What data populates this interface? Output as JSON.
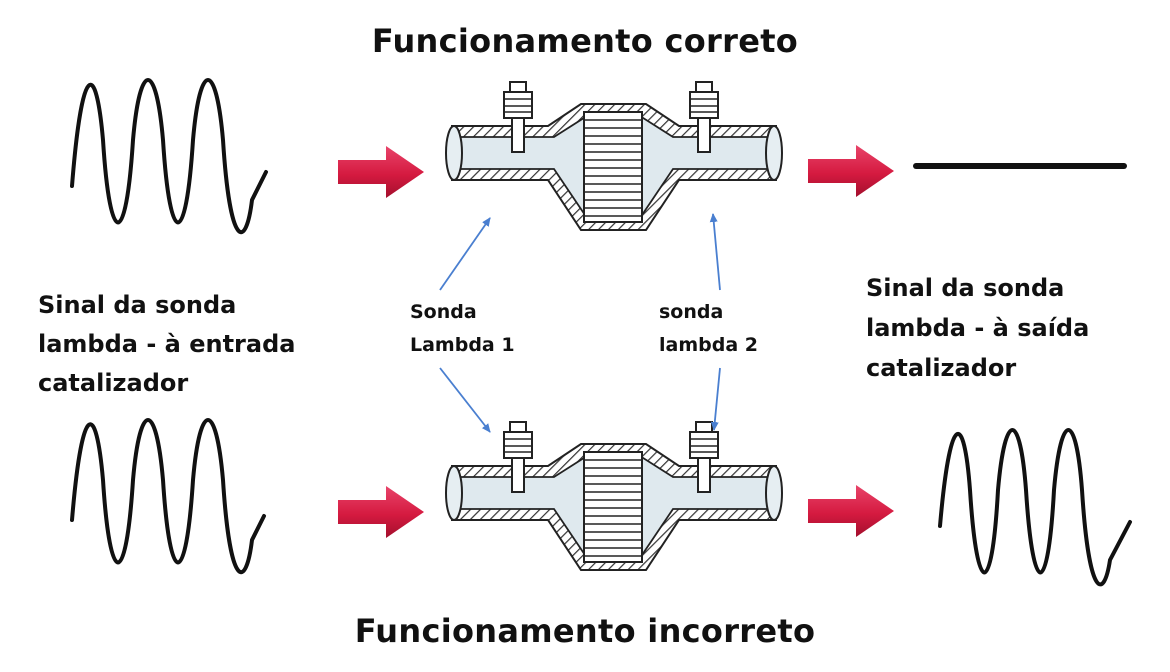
{
  "titles": {
    "top": "Funcionamento correto",
    "bottom": "Funcionamento incorreto"
  },
  "input_label": {
    "lines": [
      "Sinal da sonda",
      "lambda - à entrada",
      "catalizador"
    ]
  },
  "output_label": {
    "lines": [
      "Sinal da sonda",
      "lambda - à saída",
      "catalizador"
    ]
  },
  "probes": {
    "probe1": [
      "Sonda",
      "Lambda 1"
    ],
    "probe2": [
      "sonda",
      "lambda 2"
    ]
  },
  "colors": {
    "arrow": "#d51a40",
    "pointer": "#4a7fd0",
    "signal": "#111111",
    "hatch": "#333333",
    "pipe_fill": "#dfe9ee"
  }
}
